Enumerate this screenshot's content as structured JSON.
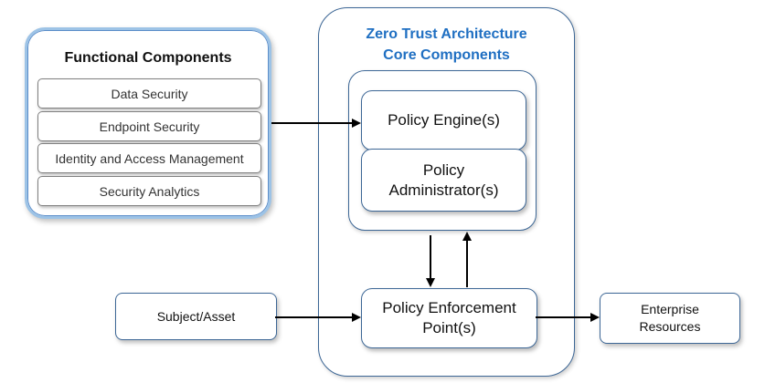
{
  "functional": {
    "title": "Functional Components",
    "items": [
      "Data Security",
      "Endpoint Security",
      "Identity and Access Management",
      "Security Analytics"
    ]
  },
  "zta": {
    "title_line1": "Zero Trust Architecture",
    "title_line2": "Core Components",
    "policy_engine": "Policy Engine(s)",
    "policy_admin_line1": "Policy",
    "policy_admin_line2": "Administrator(s)",
    "pep_line1": "Policy Enforcement",
    "pep_line2": "Point(s)"
  },
  "subject_asset": "Subject/Asset",
  "enterprise_resources": {
    "line1": "Enterprise",
    "line2": "Resources"
  },
  "colors": {
    "title_blue": "#1f6fc2",
    "border_blue": "#3d6796",
    "panel_border": "#9dc3e6"
  }
}
